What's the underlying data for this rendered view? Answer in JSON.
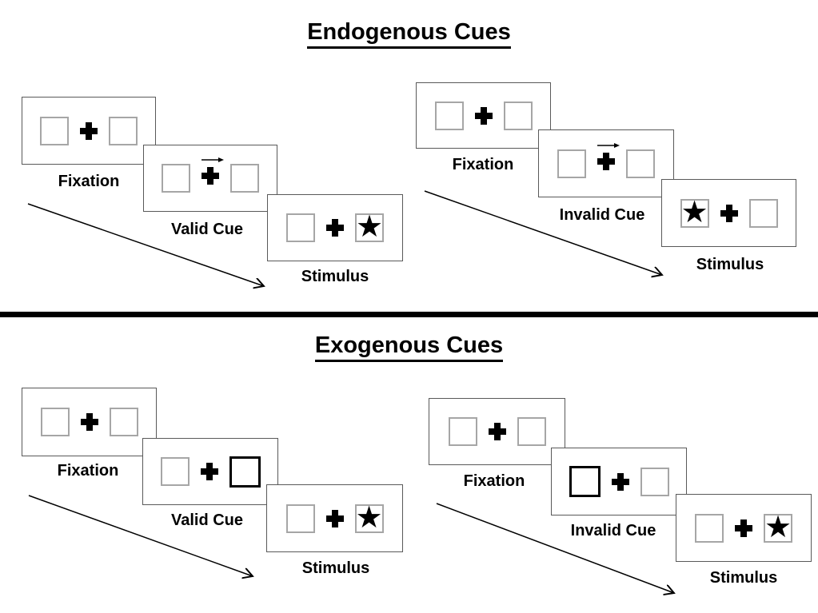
{
  "sections": [
    {
      "title": "Endogenous Cues",
      "cue_style": "central right-pointing arrow above fixation cross",
      "groups": [
        {
          "name": "valid-trial",
          "panels": [
            {
              "label": "Fixation",
              "type": "fixation"
            },
            {
              "label": "Valid Cue",
              "type": "endogenous-cue",
              "cue_symbol": "right-arrow"
            },
            {
              "label": "Stimulus",
              "type": "stimulus",
              "star_side": "right"
            }
          ]
        },
        {
          "name": "invalid-trial",
          "panels": [
            {
              "label": "Fixation",
              "type": "fixation"
            },
            {
              "label": "Invalid Cue",
              "type": "endogenous-cue",
              "cue_symbol": "right-arrow"
            },
            {
              "label": "Stimulus",
              "type": "stimulus",
              "star_side": "left"
            }
          ]
        }
      ]
    },
    {
      "title": "Exogenous Cues",
      "cue_style": "peripheral box brightened (thick black outline)",
      "groups": [
        {
          "name": "valid-trial",
          "panels": [
            {
              "label": "Fixation",
              "type": "fixation"
            },
            {
              "label": "Valid Cue",
              "type": "exogenous-cue",
              "highlighted_box": "right"
            },
            {
              "label": "Stimulus",
              "type": "stimulus",
              "star_side": "right"
            }
          ]
        },
        {
          "name": "invalid-trial",
          "panels": [
            {
              "label": "Fixation",
              "type": "fixation"
            },
            {
              "label": "Invalid Cue",
              "type": "exogenous-cue",
              "highlighted_box": "left"
            },
            {
              "label": "Stimulus",
              "type": "stimulus",
              "star_side": "right"
            }
          ]
        }
      ]
    }
  ],
  "glyphs": {
    "star": "★"
  },
  "colors": {
    "ink": "#000000",
    "panel_border": "#595959",
    "box_border": "#a6a6a6",
    "background": "#ffffff"
  }
}
